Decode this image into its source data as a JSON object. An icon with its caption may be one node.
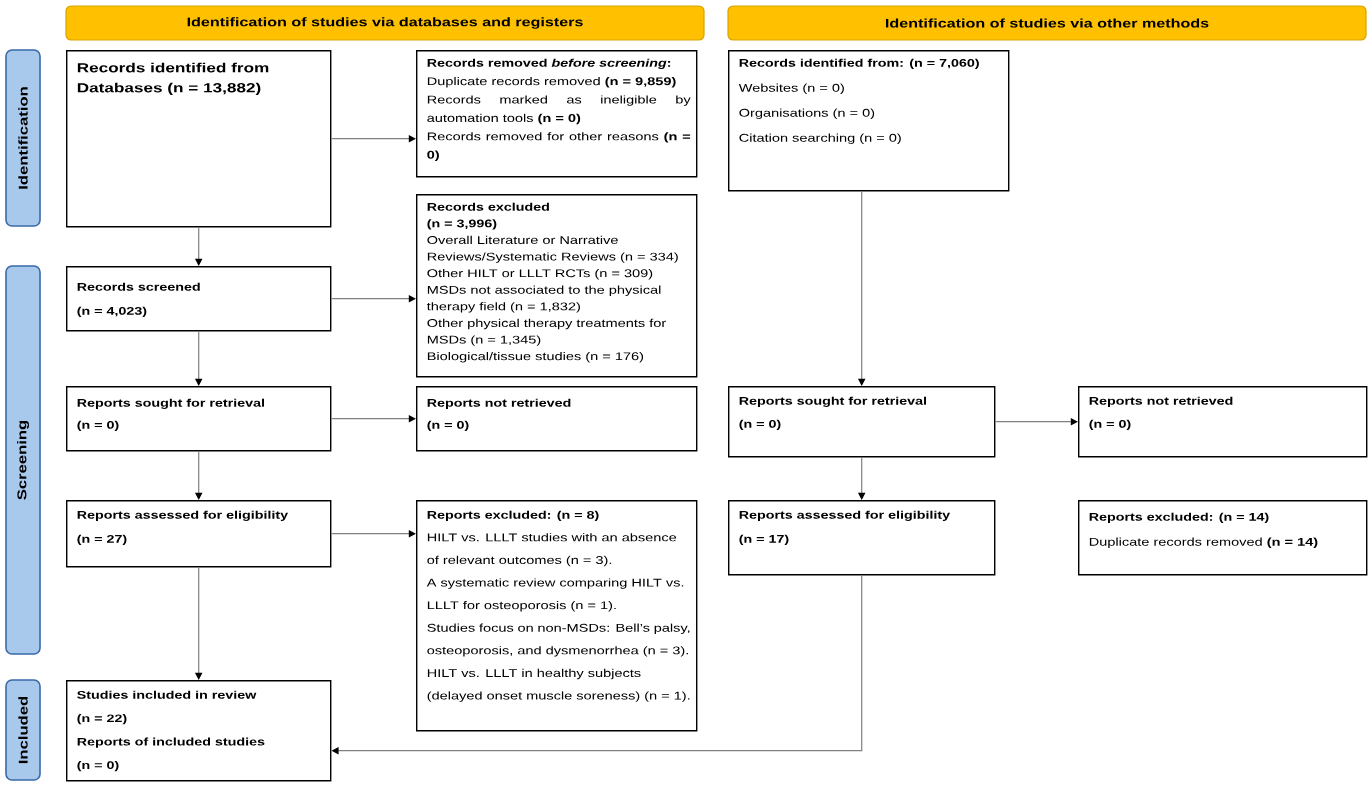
{
  "diagram": {
    "nodes": [
      {
        "text": [
          "Identification of studies via databases and registers"
        ]
      },
      {
        "text": [
          "Identification of studies via other methods"
        ]
      },
      {
        "text": [
          "Identification"
        ]
      },
      {
        "text": [
          "Screening"
        ]
      },
      {
        "text": [
          "Included"
        ]
      },
      {
        "text": [
          "Records identified from Databases (n = 13,882)"
        ]
      },
      {
        "text": [
          "Records removed *before screening*:",
          "Duplicate records removed **(n = 9,859)**",
          "Records marked as ineligible by automation tools **(n = 0)**",
          "Records removed for other reasons **(n = 0)**"
        ]
      },
      {
        "text": [
          "Records excluded",
          "(n = 3,996)",
          "Overall Literature or Narrative Reviews/Systematic Reviews (n = 334)",
          "Other HILT or LLLT RCTs (n = 309)",
          "MSDs not associated to the physical therapy field (n = 1,832)",
          "Other physical therapy treatments for MSDs (n = 1,345)",
          "Biological/tissue studies (n = 176)"
        ]
      },
      {
        "text": [
          "Records screened",
          "(n = 4,023)"
        ]
      },
      {
        "text": [
          "Reports sought for retrieval",
          "(n = 0)"
        ]
      },
      {
        "text": [
          "Reports not retrieved",
          "(n = 0)"
        ]
      },
      {
        "text": [
          "Reports assessed for eligibility",
          "(n = 27)"
        ]
      },
      {
        "text": [
          "Reports excluded: (n = 8)",
          "HILT vs. LLLT studies with an absence of relevant outcomes (n = 3).",
          "A systematic review comparing HILT vs. LLLT for osteoporosis (n = 1).",
          "Studies focus on non-MSDs: Bell’s palsy, osteoporosis, and dysmenorrhea (n = 3).",
          "HILT vs. LLLT in healthy subjects (delayed onset muscle soreness) (n = 1)."
        ]
      },
      {
        "text": [
          "Studies included in review",
          "(n = 22)",
          "Reports of included studies",
          "(n = 0)"
        ]
      },
      {
        "text": [
          "Records identified from: (n = 7,060)",
          "Websites (n = 0)",
          "Organisations (n = 0)",
          "Citation searching (n = 0)"
        ]
      },
      {
        "text": [
          "Reports sought for retrieval",
          "(n = 0)"
        ]
      },
      {
        "text": [
          "Reports not retrieved",
          "(n = 0)"
        ]
      },
      {
        "text": [
          "Reports assessed for eligibility",
          "(n = 17)"
        ]
      },
      {
        "text": [
          "Reports excluded: (n = 14)",
          "Duplicate records removed **(n = 14)**"
        ]
      }
    ],
    "edges": [
      {
        "from": 5,
        "to": 6,
        "arrow": "to"
      },
      {
        "from": 5,
        "to": 8,
        "arrow": "to"
      },
      {
        "from": 8,
        "to": 7,
        "arrow": "to"
      },
      {
        "from": 8,
        "to": 9,
        "arrow": "to"
      },
      {
        "from": 9,
        "to": 10,
        "arrow": "to"
      },
      {
        "from": 9,
        "to": 11,
        "arrow": "to"
      },
      {
        "from": 11,
        "to": 12,
        "arrow": "to"
      },
      {
        "from": 11,
        "to": 13,
        "arrow": "to"
      },
      {
        "from": 14,
        "to": 15,
        "arrow": "to"
      },
      {
        "from": 15,
        "to": 16,
        "arrow": "to"
      },
      {
        "from": 15,
        "to": 17,
        "arrow": "to"
      },
      {
        "from": 17,
        "to": 13,
        "arrow": "to"
      }
    ]
  }
}
